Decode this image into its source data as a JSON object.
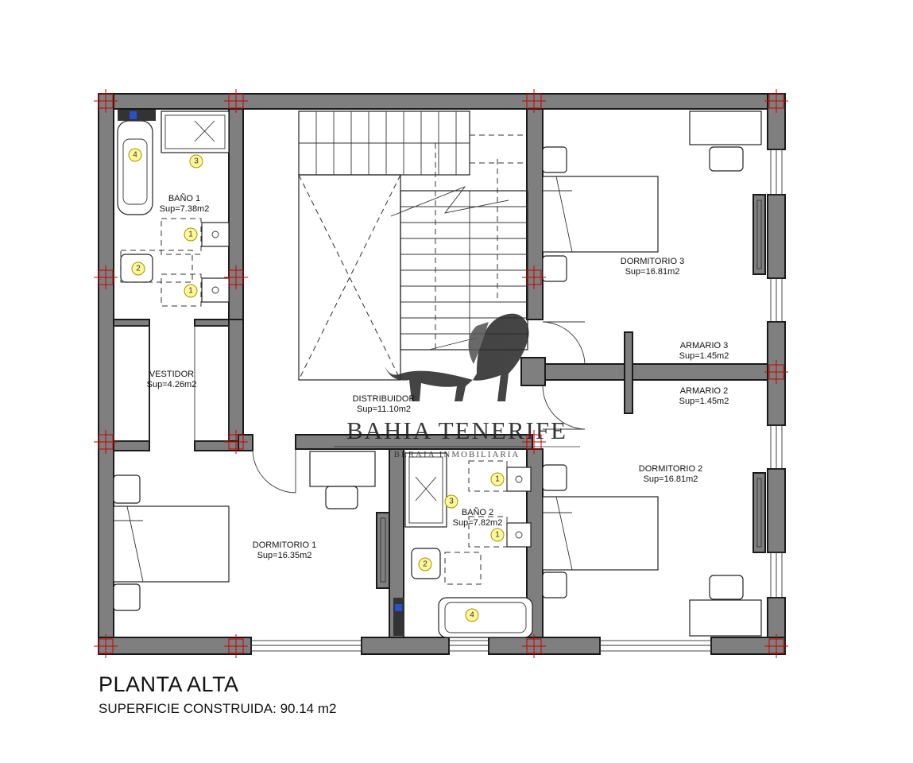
{
  "plan": {
    "rooms": [
      {
        "id": "bano1",
        "name": "BAÑO 1",
        "area": "Sup=7.38m2"
      },
      {
        "id": "vestidor",
        "name": "VESTIDOR",
        "area": "Sup=4.26m2"
      },
      {
        "id": "distribuidor",
        "name": "DISTRIBUIDOR",
        "area": "Sup=11.10m2"
      },
      {
        "id": "dorm3",
        "name": "DORMITORIO 3",
        "area": "Sup=16.81m2"
      },
      {
        "id": "armario3",
        "name": "ARMARIO 3",
        "area": "Sup=1.45m2"
      },
      {
        "id": "armario2",
        "name": "ARMARIO 2",
        "area": "Sup=1.45m2"
      },
      {
        "id": "dorm2",
        "name": "DORMITORIO 2",
        "area": "Sup=16.81m2"
      },
      {
        "id": "dorm1",
        "name": "DORMITORIO 1",
        "area": "Sup=16.35m2"
      },
      {
        "id": "bano2",
        "name": "BAÑO 2",
        "area": "Sup=7.82m2"
      }
    ],
    "fixture_markers": [
      "4",
      "3",
      "1",
      "2",
      "1",
      "1",
      "3",
      "1",
      "2",
      "4"
    ],
    "colors": {
      "wall": "#7f7f7f",
      "column_marker": "#c80000",
      "fixture_marker": "#fff79a",
      "watermark": "#222222"
    }
  },
  "watermark": {
    "brand": "BAHIA TENERIFE",
    "tagline": "BERAIA INMOBILIARIA",
    "icon": "lion-icon"
  },
  "legend": {
    "title": "PLANTA ALTA",
    "subtitle": "SUPERFICIE CONSTRUIDA: 90.14 m2"
  }
}
